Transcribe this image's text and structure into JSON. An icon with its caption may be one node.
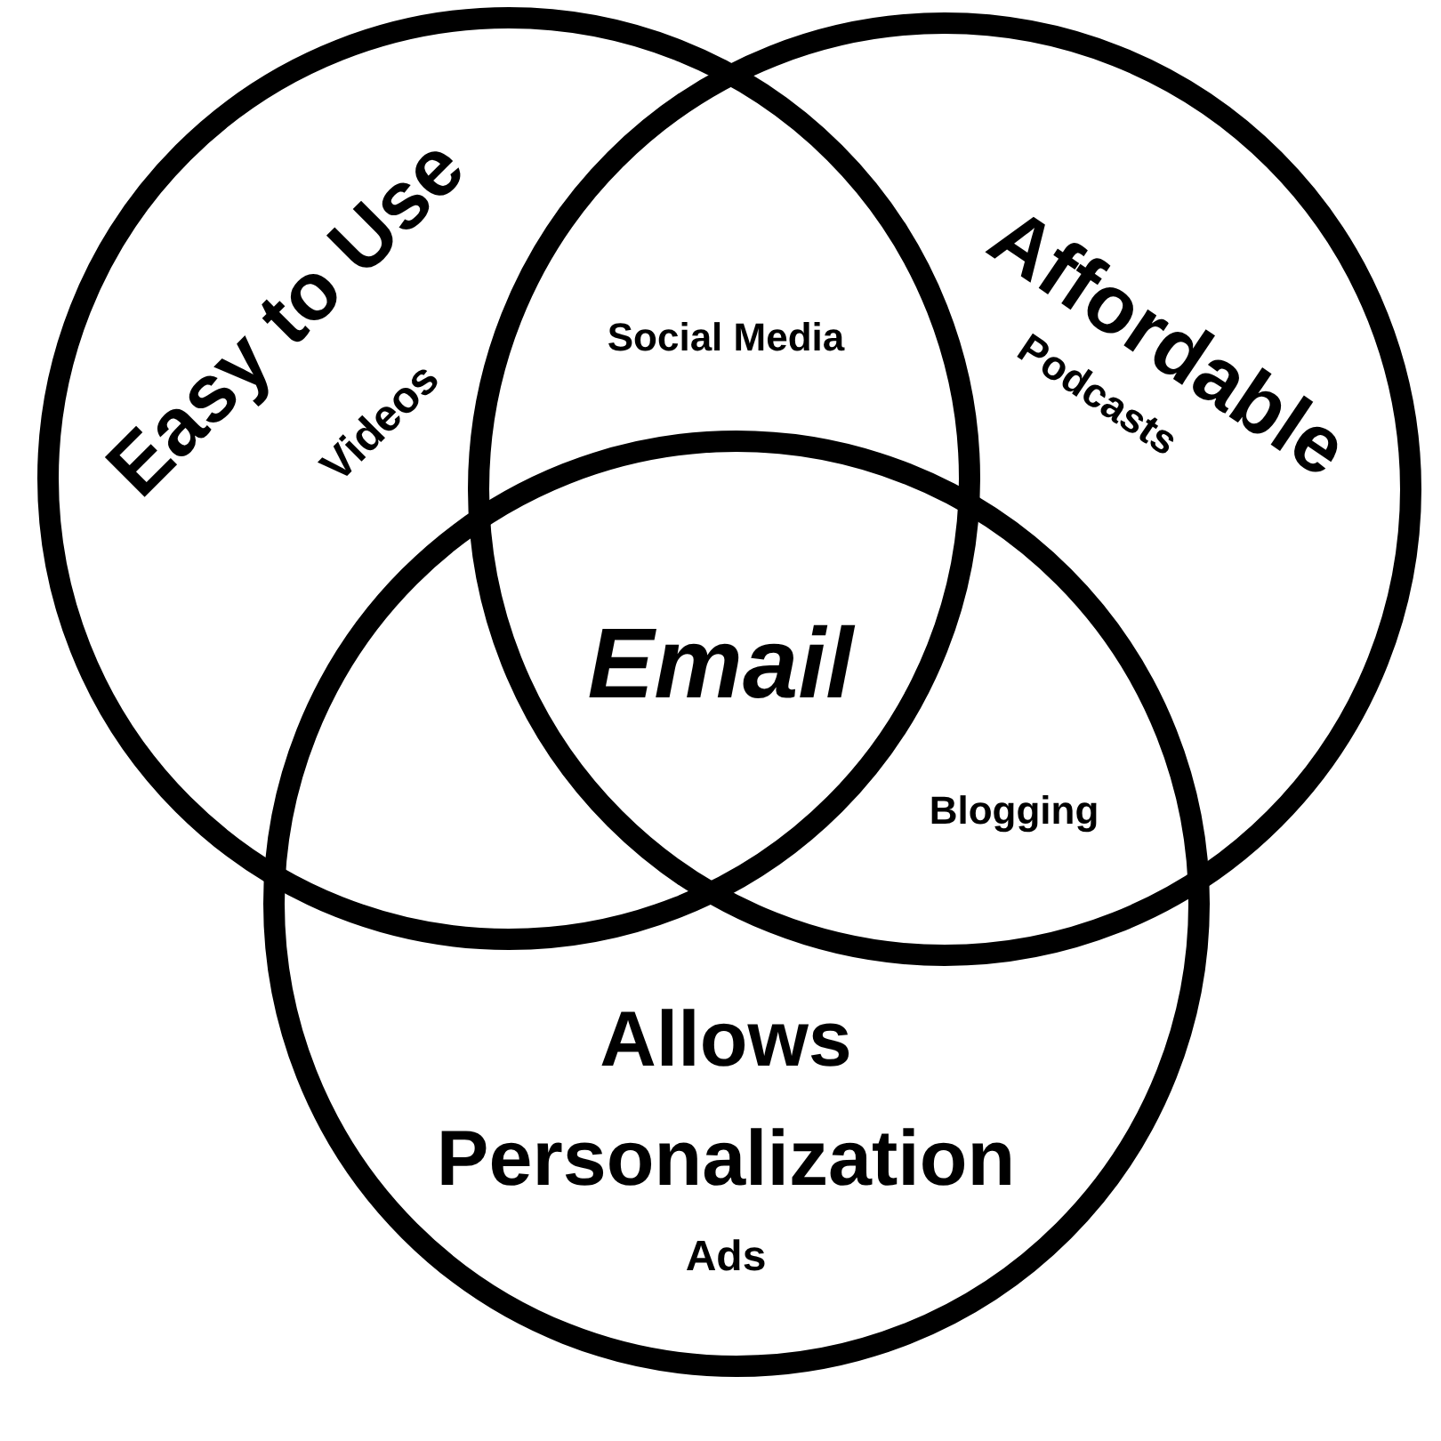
{
  "diagram": {
    "nodes": [
      {
        "text": [
          "Easy to Use",
          "Videos"
        ]
      },
      {
        "text": [
          "Affordable",
          "Podcasts"
        ]
      },
      {
        "text": [
          "Allows Personalization",
          "Ads"
        ]
      }
    ],
    "labels": [
      "Social Media",
      "Email",
      "Blogging"
    ]
  }
}
